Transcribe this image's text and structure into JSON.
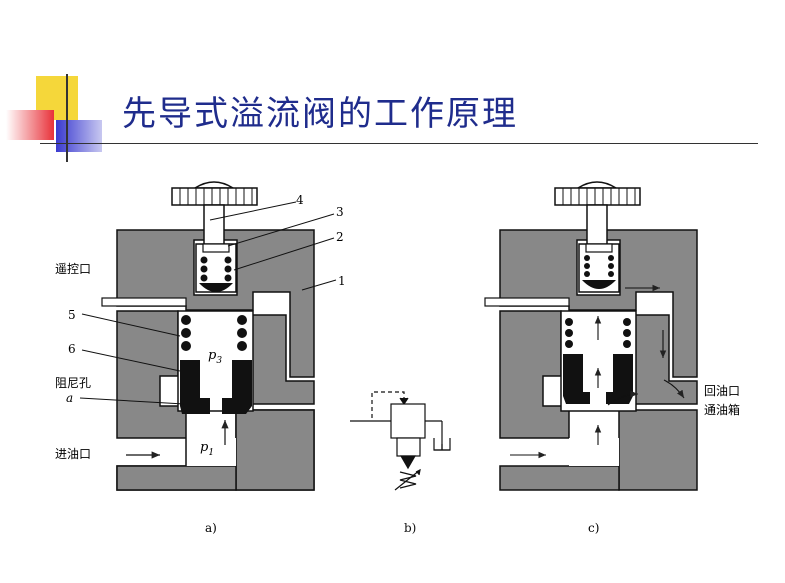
{
  "title": "先导式溢流阀的工作原理",
  "labels": {
    "n1": "1",
    "n2": "2",
    "n3": "3",
    "n4": "4",
    "n5": "5",
    "n6": "6",
    "remote": "遥控口",
    "orifice": "阻尼孔",
    "a": "a",
    "inlet": "进油口",
    "p3": "p",
    "p3sub": "3",
    "p1": "p",
    "p1sub": "1",
    "return": "回油口",
    "tank": "通油箱",
    "capA": "a)",
    "capB": "b)",
    "capC": "c)"
  },
  "colors": {
    "title": "#1f2c8c",
    "valve_body": "#888888",
    "deco_yellow": "#f5d73a",
    "deco_red": "#e8323a",
    "deco_blue": "#3a3ad0"
  }
}
